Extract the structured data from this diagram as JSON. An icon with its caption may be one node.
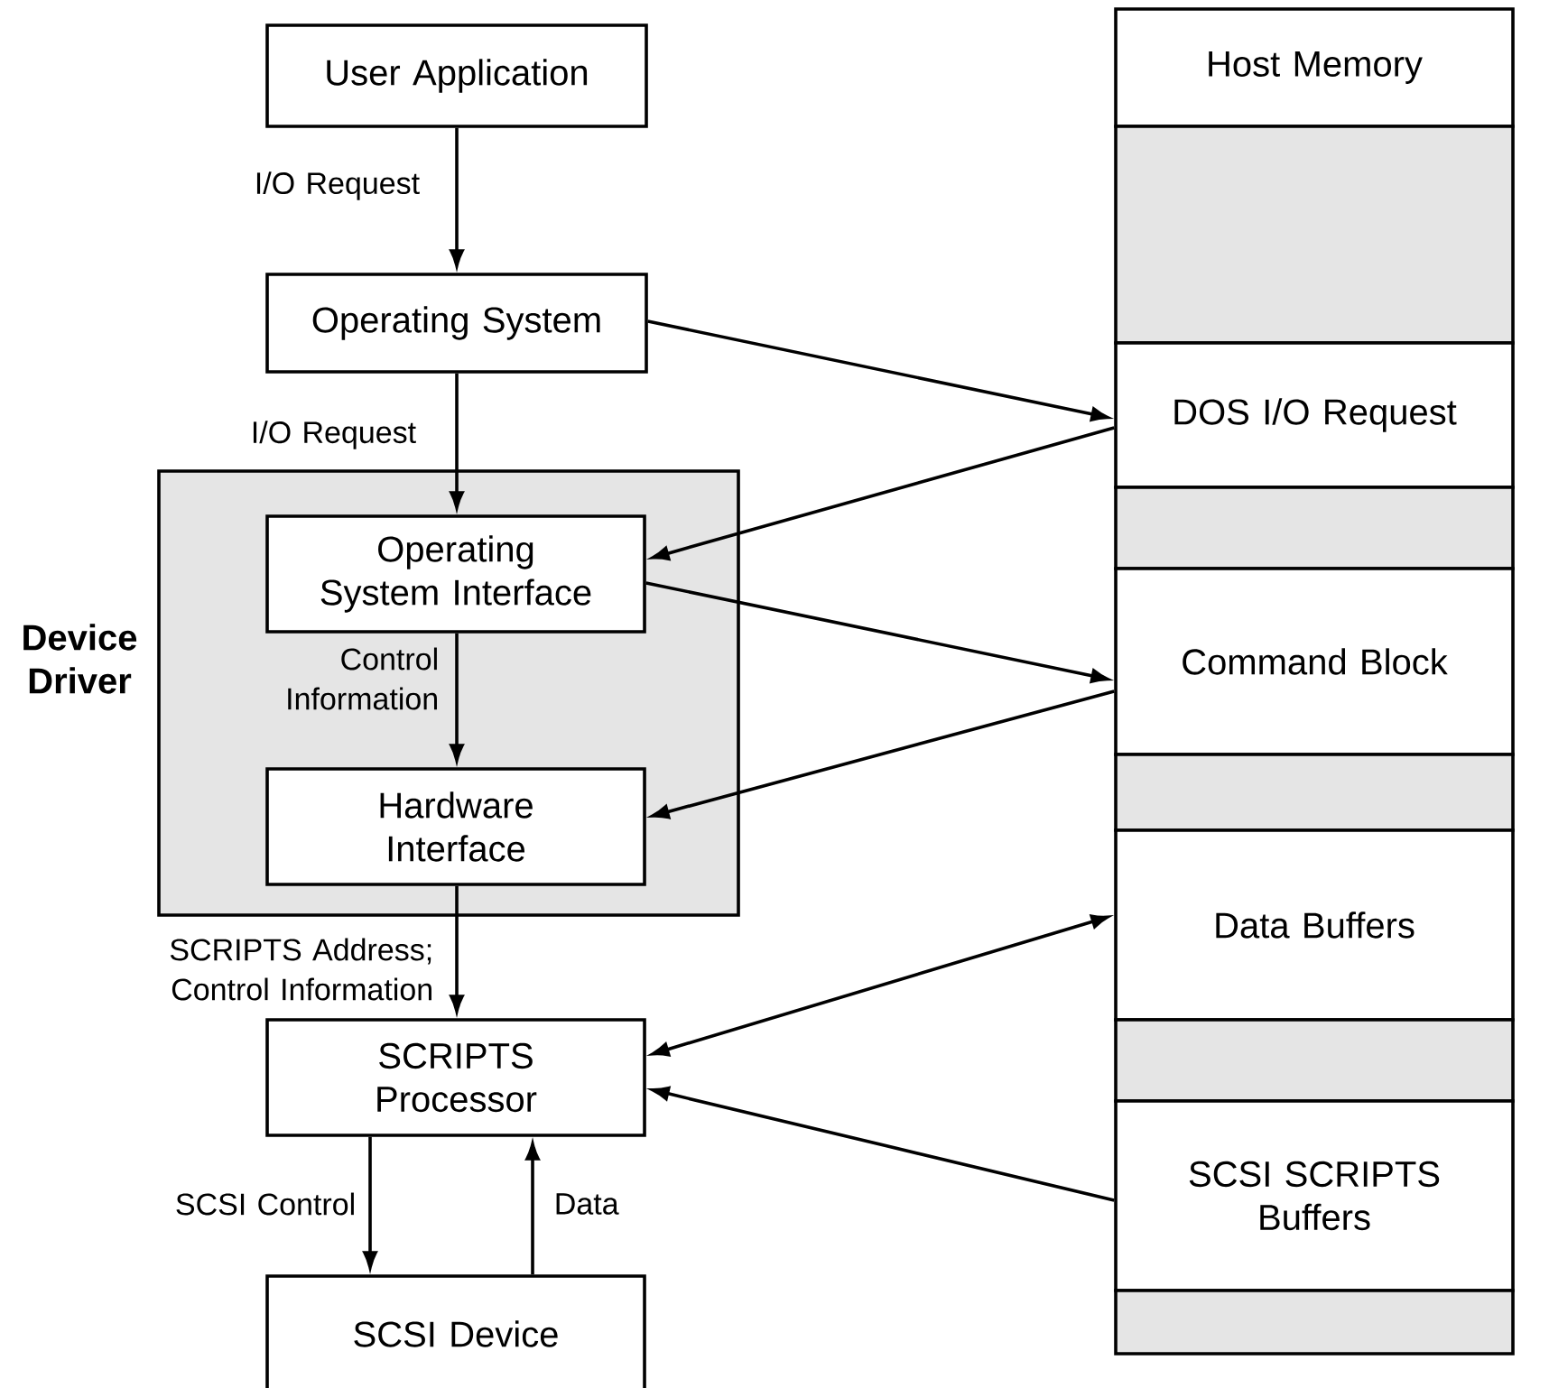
{
  "diagram": {
    "nodes": [
      {
        "text": [
          "User Application"
        ]
      },
      {
        "text": [
          "Operating System"
        ]
      },
      {
        "text": [
          "Device Driver"
        ]
      },
      {
        "text": [
          "Operating System Interface"
        ],
        "in": 2
      },
      {
        "text": [
          "Hardware Interface"
        ],
        "in": 2
      },
      {
        "text": [
          "SCRIPTS Processor"
        ]
      },
      {
        "text": [
          "SCSI Device"
        ]
      },
      {
        "text": [
          "Host Memory"
        ]
      },
      {
        "text": [],
        "shape": "box"
      },
      {
        "text": [
          "DOS I/O Request"
        ]
      },
      {
        "text": [],
        "shape": "box"
      },
      {
        "text": [
          "Command Block"
        ]
      },
      {
        "text": [],
        "shape": "box"
      },
      {
        "text": [
          "Data Buffers"
        ]
      },
      {
        "text": [],
        "shape": "box"
      },
      {
        "text": [
          "SCSI SCRIPTS Buffers"
        ]
      },
      {
        "text": [],
        "shape": "box"
      }
    ],
    "edges": [
      {
        "from": 0,
        "to": 1,
        "arrow": "to",
        "label": "I/O Request"
      },
      {
        "from": 1,
        "to": 3,
        "arrow": "to",
        "label": "I/O Request"
      },
      {
        "from": 3,
        "to": 4,
        "arrow": "to",
        "label": "Control Information"
      },
      {
        "from": 4,
        "to": 5,
        "arrow": "to",
        "label": "SCRIPTS Address; Control Information"
      },
      {
        "from": 5,
        "to": 6,
        "arrow": "to",
        "label": "SCSI Control"
      },
      {
        "from": 6,
        "to": 5,
        "arrow": "to",
        "label": "Data"
      },
      {
        "from": 1,
        "to": 9,
        "arrow": "to"
      },
      {
        "from": 9,
        "to": 3,
        "arrow": "to"
      },
      {
        "from": 3,
        "to": 11,
        "arrow": "to"
      },
      {
        "from": 11,
        "to": 4,
        "arrow": "to"
      },
      {
        "from": 5,
        "to": 13,
        "arrow": "both"
      },
      {
        "from": 15,
        "to": 5,
        "arrow": "to"
      }
    ]
  }
}
